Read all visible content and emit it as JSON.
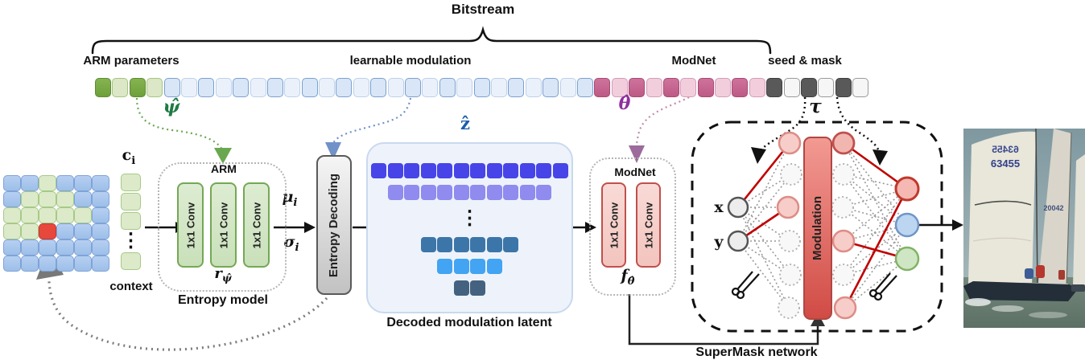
{
  "title": "Bitstream",
  "sections": {
    "arm": "ARM parameters",
    "mod": "learnable modulation",
    "modnet": "ModNet",
    "seed": "seed & mask"
  },
  "bitstream_cells": [
    "g1",
    "g2",
    "g1",
    "g2",
    "b1",
    "b2",
    "b1",
    "b2",
    "b1",
    "b2",
    "b1",
    "b2",
    "b1",
    "b2",
    "b1",
    "b2",
    "b1",
    "b2",
    "b1",
    "b2",
    "b1",
    "b2",
    "b1",
    "b2",
    "b1",
    "b2",
    "b1",
    "b2",
    "b1",
    "p1",
    "p2",
    "p1",
    "p2",
    "p1",
    "p2",
    "p1",
    "p2",
    "p1",
    "p2",
    "k1",
    "k2",
    "k1",
    "k2",
    "k1",
    "k2"
  ],
  "math": {
    "psi_hat": "ψ̂",
    "z_hat": "ẑ",
    "theta_hat": "θ̂",
    "tau": "τ",
    "c_base": "c",
    "c_sub": "i",
    "mu_base": "μ",
    "mu_sub": "i",
    "sigma_base": "σ",
    "sigma_sub": "i",
    "r_base": "r",
    "r_sub": "ψ̂",
    "f_base": "f",
    "f_sub": "θ̂",
    "x": "x",
    "y": "y"
  },
  "grid_rows": [
    "bbgbbb",
    "bgggbb",
    "gggggb",
    "ggrbbb",
    "bbbbbb",
    "bbbbbb"
  ],
  "context": {
    "label": "context",
    "dots": "⋮"
  },
  "entropy_model": {
    "arm_label": "ARM",
    "convs": [
      "1x1 Conv",
      "1x1 Conv",
      "1x1 Conv"
    ],
    "caption": "Entropy model"
  },
  "entropy_decoding": {
    "label": "Entropy Decoding"
  },
  "latent": {
    "caption": "Decoded modulation latent",
    "dots": "⋮",
    "rows": [
      {
        "count": 12,
        "color": "#4745e8"
      },
      {
        "count": 10,
        "color": "#8f8bef"
      },
      {
        "count": 6,
        "color": "#3c76a8"
      },
      {
        "count": 4,
        "color": "#42a4f2"
      },
      {
        "count": 2,
        "color": "#44627f"
      }
    ]
  },
  "modnet": {
    "label": "ModNet",
    "convs": [
      "1x1 Conv",
      "1x1 Conv"
    ]
  },
  "supermask": {
    "caption": "SuperMask network",
    "modulation_label": "Modulation"
  },
  "photo": {
    "sail_number_main": "63455",
    "sail_number_right": "20042"
  },
  "colors": {
    "green_accent": "#6aa84f",
    "blue_accent": "#7191c9",
    "purple_accent": "#9c6b9c",
    "pink_dark": "#c4688f",
    "label_green": "#1e7a43",
    "label_blue": "#1c5cab",
    "label_magenta": "#8e2f9e",
    "red_line": "#c00000"
  }
}
